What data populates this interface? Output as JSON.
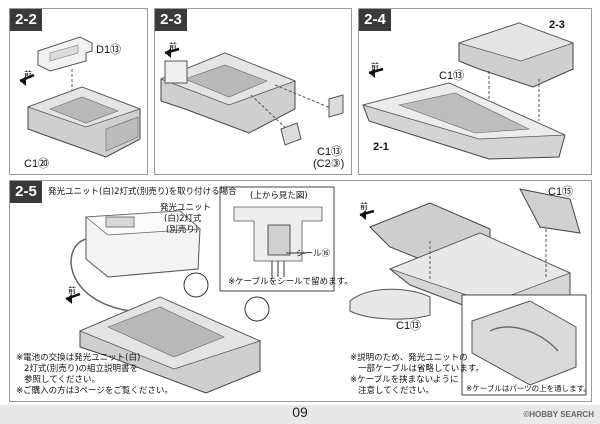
{
  "steps": {
    "s22": {
      "no": "2-2",
      "labels": {
        "d1": "D1⑬",
        "c1": "C1⑳",
        "front": "前"
      }
    },
    "s23": {
      "no": "2-3",
      "labels": {
        "c1": "C1⑬",
        "c2": "(C2③)",
        "front": "前"
      }
    },
    "s24": {
      "no": "2-4",
      "labels": {
        "c2": "2-3",
        "c1": "C1⑬",
        "ref": "2-1",
        "front": "前"
      }
    },
    "s25": {
      "no": "2-5",
      "header_note": "発光ユニット(白)2灯式(別売り)を取り付ける場合",
      "unit_label_1": "発光ユニット",
      "unit_label_2": "(白)2灯式",
      "unit_label_3": "(別売り)",
      "inset_title": "(上から見た図)",
      "seal_label": "シール⑯",
      "inset_note": "※ケーブルをシールで留めます。",
      "front": "前",
      "c1_top": "C1⑮",
      "c1_bottom": "C1⑬",
      "bottom_note_1": "※電池の交換は発光ユニット(白)",
      "bottom_note_2": "2灯式(別売り)の組立説明書を",
      "bottom_note_3": "参照してください。",
      "bottom_note_4": "※ご購入の方は3ページをご覧ください。",
      "right_note_1": "※説明のため、発光ユニットの",
      "right_note_2": "一部ケーブルは省略しています。",
      "right_note_3": "※ケーブルを挟まないように",
      "right_note_4": "注意してください。",
      "detail_note": "※ケーブルはパーツの上を通します。"
    }
  },
  "page_number": "09",
  "watermark": "©HOBBY SEARCH"
}
